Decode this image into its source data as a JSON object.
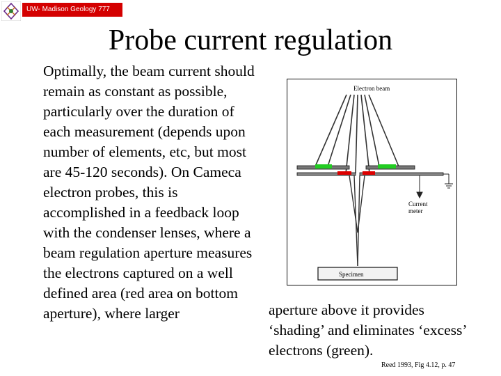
{
  "header": {
    "course_tag": "UW- Madison Geology  777"
  },
  "slide": {
    "title": "Probe current regulation",
    "body": "Optimally, the beam current should remain as constant as possible, particularly over the duration of each measurement (depends upon number of elements, etc, but most are 45-120 seconds). On Cameca electron probes, this is accomplished in a feedback loop with the condenser lenses, where a beam regulation aperture measures the electrons captured on a well defined area (red area on bottom aperture), where larger",
    "caption": "aperture above it provides ‘shading’ and eliminates ‘excess’ electrons (green).",
    "citation": "Reed 1993, Fig 4.12, p. 47"
  },
  "figure": {
    "electron_beam_label": "Electron beam",
    "current_meter_label_1": "Current",
    "current_meter_label_2": "meter",
    "specimen_label": "Specimen"
  },
  "colors": {
    "tag_red": "#d40000",
    "shading_green": "#22cc22",
    "regulation_red": "#dd0000"
  }
}
